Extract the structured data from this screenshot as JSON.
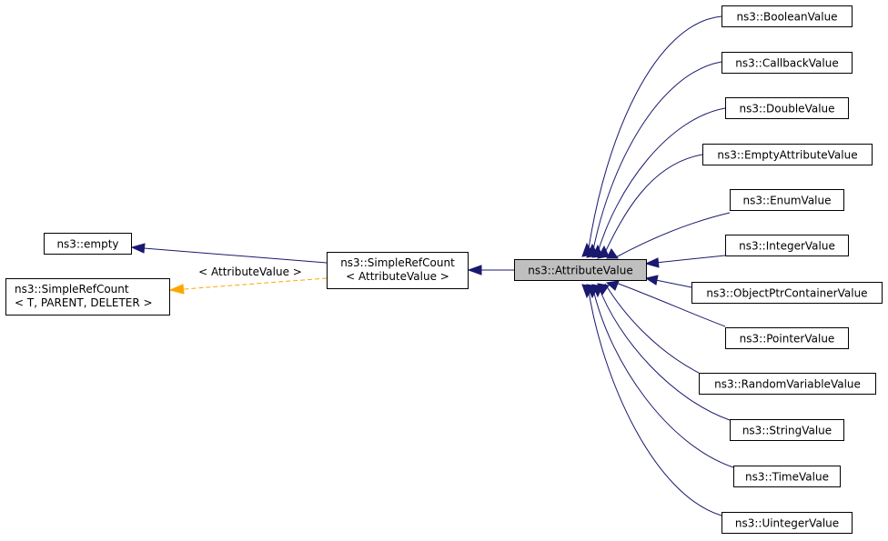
{
  "nodes": {
    "attribute_value": "ns3::AttributeValue",
    "simple_ref_count_l1": "ns3::SimpleRefCount",
    "simple_ref_count_l2": "< AttributeValue >",
    "empty": "ns3::empty",
    "template_l1": "ns3::SimpleRefCount",
    "template_l2": "< T, PARENT, DELETER >",
    "boolean": "ns3::BooleanValue",
    "callback": "ns3::CallbackValue",
    "double": "ns3::DoubleValue",
    "empty_attr": "ns3::EmptyAttributeValue",
    "enum": "ns3::EnumValue",
    "integer": "ns3::IntegerValue",
    "objptr": "ns3::ObjectPtrContainerValue",
    "pointer": "ns3::PointerValue",
    "random": "ns3::RandomVariableValue",
    "string": "ns3::StringValue",
    "time": "ns3::TimeValue",
    "uinteger": "ns3::UintegerValue"
  },
  "edge_labels": {
    "template_arg": "< AttributeValue >"
  },
  "colors": {
    "inheritance_edge": "#191970",
    "template_edge": "#ffa500",
    "focus_fill": "#bfbfbf"
  }
}
